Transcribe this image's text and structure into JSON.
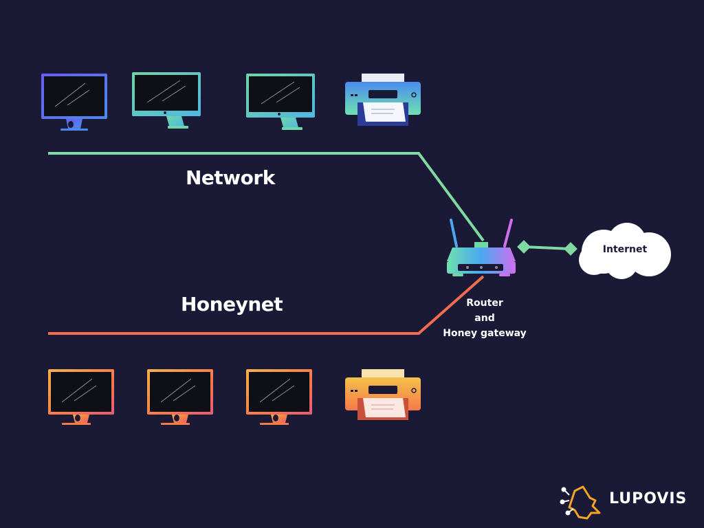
{
  "diagram": {
    "network_label": "Network",
    "honeynet_label": "Honeynet",
    "router_label_lines": [
      "Router",
      "and",
      "Honey gateway"
    ],
    "internet_label": "Internet",
    "brand": "LUPOVIS",
    "network_devices": [
      "monitor",
      "monitor",
      "monitor",
      "printer"
    ],
    "honeynet_devices": [
      "monitor",
      "monitor",
      "monitor",
      "printer"
    ]
  },
  "colors": {
    "background": "#1b1a36",
    "network_line": "#7fd9a0",
    "honeynet_line": "#f26d4f",
    "cloud": "#ffffff",
    "brand_accent": "#f5a623"
  }
}
